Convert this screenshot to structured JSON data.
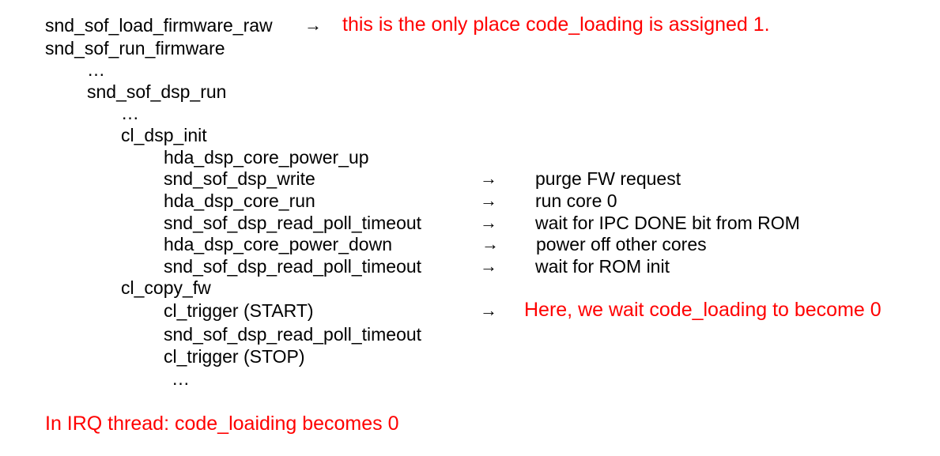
{
  "colors": {
    "text": "#000000",
    "note": "#ff0000",
    "background": "#ffffff"
  },
  "arrow_glyph": "→",
  "top": {
    "load_fw": "snd_sof_load_firmware_raw",
    "load_fw_note": "this is the only place code_loading is assigned 1.",
    "run_fw": "snd_sof_run_firmware",
    "ellipsis1": "…",
    "dsp_run": "snd_sof_dsp_run",
    "ellipsis2": "…"
  },
  "cl_dsp_init": {
    "name": "cl_dsp_init",
    "steps": [
      {
        "call": "hda_dsp_core_power_up",
        "desc": ""
      },
      {
        "call": "snd_sof_dsp_write",
        "desc": "purge FW request"
      },
      {
        "call": "hda_dsp_core_run",
        "desc": "run core 0"
      },
      {
        "call": "snd_sof_dsp_read_poll_timeout",
        "desc": "wait for IPC DONE bit from ROM"
      },
      {
        "call": "hda_dsp_core_power_down",
        "desc": "power off other cores"
      },
      {
        "call": "snd_sof_dsp_read_poll_timeout",
        "desc": "wait for ROM init"
      }
    ]
  },
  "cl_copy_fw": {
    "name": "cl_copy_fw",
    "steps": [
      {
        "call": "cl_trigger  (START)",
        "note": "Here, we wait code_loading to become 0"
      },
      {
        "call": "snd_sof_dsp_read_poll_timeout",
        "note": ""
      },
      {
        "call": "cl_trigger  (STOP)",
        "note": ""
      }
    ],
    "ellipsis": "…"
  },
  "irq_note": "In IRQ thread: code_loaiding becomes 0"
}
